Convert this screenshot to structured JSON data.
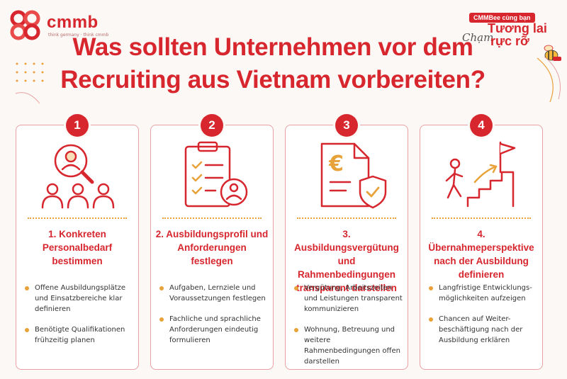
{
  "brand": {
    "name": "cmmb",
    "tagline": "think germany · think cmmb",
    "colors": {
      "primary": "#d7262e",
      "accent": "#e8a23a",
      "border": "#e9a0a3"
    }
  },
  "title_line1": "Was sollten Unternehmen vor dem",
  "title_line2": "Recruiting aus Vietnam vorbereiten?",
  "slogan": {
    "pill": "CMMBee cùng bạn",
    "line1": "Tương lai",
    "script": "Chạm",
    "line2": "rực rỡ"
  },
  "cards": [
    {
      "number": "1",
      "icon": "recruitment-search-icon",
      "title": "1. Konkreten Personalbedarf bestimmen",
      "bullets": [
        "Offene Ausbildungsplätze und Einsatzbereiche klar definieren",
        "Benötigte Qualifikationen frühzeitig planen"
      ]
    },
    {
      "number": "2",
      "icon": "clipboard-checklist-icon",
      "title": "2. Ausbildungsprofil und Anforderungen festlegen",
      "bullets": [
        "Aufgaben, Lernziele und Voraussetzungen festlegen",
        "Fachliche und sprachliche Anforderungen eindeutig formulieren"
      ]
    },
    {
      "number": "3",
      "icon": "euro-document-shield-icon",
      "title": "3. Ausbildungsvergütung und Rahmenbedingungen transparent darstellen",
      "bullets": [
        "Vergütung, Arbeitszeiten und Leistungen transparent kommunizieren",
        "Wohnung, Betreuung und weitere Rahmenbedingungen offen darstellen"
      ]
    },
    {
      "number": "4",
      "icon": "career-stairs-flag-icon",
      "title": "4. Übernahmeperspektive nach der Ausbildung definieren",
      "bullets": [
        "Langfristige Entwicklungs-möglichkeiten aufzeigen",
        "Chancen auf Weiter-beschäftigung nach der Ausbildung erklären"
      ]
    }
  ]
}
